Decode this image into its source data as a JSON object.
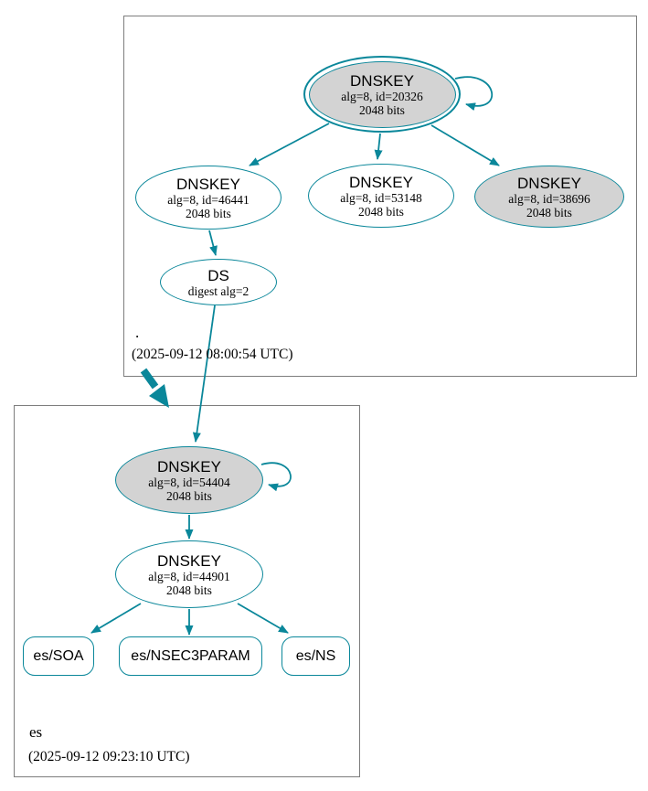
{
  "colors": {
    "secure_edge": "#0a879a",
    "node_fill_gray": "#d3d3d3",
    "node_fill_white": "#ffffff",
    "cluster_border": "#7d7d7d",
    "text": "#000000"
  },
  "root_zone": {
    "label": ".",
    "timestamp": "(2025-09-12 08:00:54 UTC)",
    "ksk": {
      "title": "DNSKEY",
      "alg": "alg=8, id=20326",
      "bits": "2048 bits"
    },
    "zsk1": {
      "title": "DNSKEY",
      "alg": "alg=8, id=46441",
      "bits": "2048 bits"
    },
    "zsk2": {
      "title": "DNSKEY",
      "alg": "alg=8, id=53148",
      "bits": "2048 bits"
    },
    "zsk3": {
      "title": "DNSKEY",
      "alg": "alg=8, id=38696",
      "bits": "2048 bits"
    },
    "ds": {
      "title": "DS",
      "digest": "digest alg=2"
    }
  },
  "es_zone": {
    "label": "es",
    "timestamp": "(2025-09-12 09:23:10 UTC)",
    "ksk": {
      "title": "DNSKEY",
      "alg": "alg=8, id=54404",
      "bits": "2048 bits"
    },
    "zsk": {
      "title": "DNSKEY",
      "alg": "alg=8, id=44901",
      "bits": "2048 bits"
    },
    "rrsets": [
      {
        "label": "es/SOA"
      },
      {
        "label": "es/NSEC3PARAM"
      },
      {
        "label": "es/NS"
      }
    ]
  }
}
